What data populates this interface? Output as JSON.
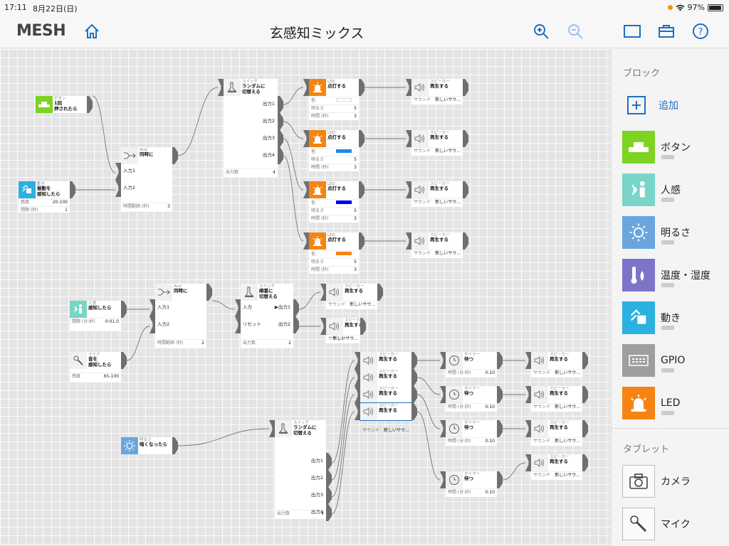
{
  "status": {
    "time": "17:11",
    "date": "8月22日(日)",
    "battery": "97%",
    "battery_level": 0.97
  },
  "toolbar": {
    "logo": "MESH",
    "title": "玄感知ミックス"
  },
  "sidebar": {
    "blocks_header": "ブロック",
    "add_label": "追加",
    "items": [
      {
        "label": "ボタン",
        "color": "#7ed321",
        "icon": "button-icon"
      },
      {
        "label": "人感",
        "color": "#79d5c8",
        "icon": "motion-sensor-icon"
      },
      {
        "label": "明るさ",
        "color": "#6aa6dd",
        "icon": "brightness-icon"
      },
      {
        "label": "温度・湿度",
        "color": "#7d74c9",
        "icon": "temperature-humidity-icon"
      },
      {
        "label": "動き",
        "color": "#2bb1e0",
        "icon": "move-icon"
      },
      {
        "label": "GPIO",
        "color": "#9e9e9e",
        "icon": "gpio-icon"
      },
      {
        "label": "LED",
        "color": "#f58412",
        "icon": "led-icon"
      }
    ],
    "tablet_header": "タブレット",
    "tablet_items": [
      {
        "label": "カメラ",
        "icon": "camera-icon"
      },
      {
        "label": "マイク",
        "icon": "microphone-icon"
      }
    ]
  },
  "canvas": {
    "button_block": {
      "name": "ボタン",
      "action": "1回\n押されたら"
    },
    "move_block": {
      "name": "動き",
      "action": "振動を\n感知したら",
      "p1_label": "感度",
      "p1_value": "20-100",
      "p2_label": "間隔 (秒)",
      "p2_value": "1"
    },
    "and1": {
      "name": "And",
      "action": "同時に",
      "in1": "入力1",
      "in2": "入力2",
      "p_label": "時間範囲 (秒)",
      "p_value": "3"
    },
    "switch1": {
      "name": "スイッチ",
      "action": "ランダムに\n切替える",
      "outs": [
        "出力1",
        "出力2",
        "出力3",
        "出力4"
      ],
      "p_label": "出力数",
      "p_value": "4"
    },
    "led_name": "LED",
    "led_action": "点灯する",
    "led_color_label": "色",
    "led_bright_label": "明るさ",
    "led_time_label": "時間 (秒)",
    "led_colors": [
      "#ffffff",
      "#1e88e5",
      "#0000ee",
      "#f58412"
    ],
    "led_brightness": [
      "5",
      "5",
      "5",
      "5"
    ],
    "led_time": [
      "3",
      "3",
      "3",
      "3"
    ],
    "speaker_name": "スピーカー",
    "speaker_action": "再生する",
    "speaker_sound_label": "サウンド",
    "speaker_sound_value": "新しいサウ...",
    "motion_block": {
      "name": "人感",
      "action": "感知したら",
      "p_label": "間隔 (分:秒)",
      "p_value": "0:01.0"
    },
    "mic_block": {
      "name": "マイク",
      "action": "音を\n感知したら",
      "p_label": "感度",
      "p_value": "65-100"
    },
    "and2": {
      "name": "And",
      "action": "同時に",
      "in1": "入力1",
      "in2": "入力2",
      "p_label": "時間範囲 (秒)",
      "p_value": "2"
    },
    "switch2": {
      "name": "スイッチ",
      "action": "順番に\n切替える",
      "in1": "入力",
      "in2": "リセット",
      "out1": "▶出力1",
      "out2": "出力2",
      "p_label": "出力数",
      "p_value": "2"
    },
    "bright_block": {
      "name": "明るさ",
      "action": "暗くなったら"
    },
    "switch3": {
      "name": "スイッチ",
      "action": "ランダムに\n切替える",
      "outs": [
        "出力1",
        "出力2",
        "出力3",
        "出力4"
      ],
      "p_label": "出力数",
      "p_value": "4"
    },
    "timer_name": "タイマー",
    "timer_action": "待つ",
    "timer_label": "時間 (分:秒)",
    "timer_value": "0:10"
  }
}
